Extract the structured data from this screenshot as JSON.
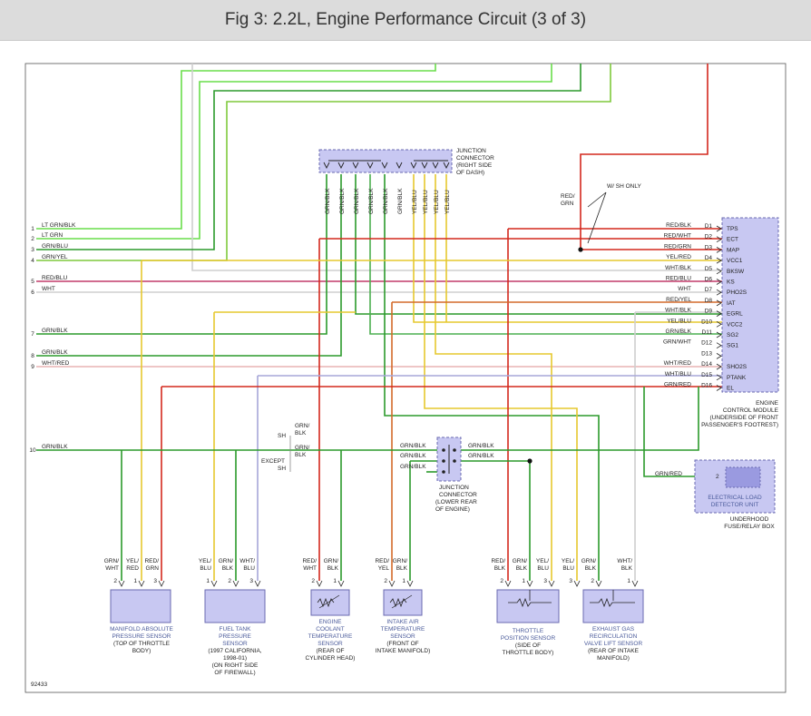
{
  "title": "Fig 3: 2.2L, Engine Performance Circuit (3 of 3)",
  "figure_id": "92433",
  "colors": {
    "green": "#3bbf3b",
    "lt_green": "#69dd4a",
    "grn_blk": "#2b9a2b",
    "grn_yel": "#7fc93c",
    "grn_wht": "#4caf50",
    "red": "#d4281d",
    "red_blu": "#c23b6a",
    "yellow": "#e6c82e",
    "white_wire": "#cfcfcf",
    "wht_blu": "#a7a7d9",
    "component_fill": "#c8c8f2",
    "component_stroke": "#6a6ab0"
  },
  "left_wires": [
    {
      "num": "1",
      "label": "LT GRN/BLK"
    },
    {
      "num": "2",
      "label": "LT GRN"
    },
    {
      "num": "3",
      "label": "GRN/BLU"
    },
    {
      "num": "4",
      "label": "GRN/YEL"
    },
    {
      "num": "5",
      "label": "RED/BLU"
    },
    {
      "num": "6",
      "label": "WHT"
    },
    {
      "num": "7",
      "label": "GRN/BLK"
    },
    {
      "num": "8",
      "label": "GRN/BLK"
    },
    {
      "num": "9",
      "label": "WHT/RED"
    },
    {
      "num": "10",
      "label": "GRN/BLK"
    }
  ],
  "junction_top": {
    "line1": "JUNCTION",
    "line2": "CONNECTOR",
    "line3": "(RIGHT SIDE",
    "line4": "OF DASH)",
    "wire_labels": [
      "GRN/BLK",
      "GRN/BLK",
      "GRN/BLK",
      "GRN/BLK",
      "GRN/BLK",
      "GRN/BLK",
      "YEL/BLU",
      "YEL/BLU",
      "YEL/BLU",
      "YEL/BLU"
    ]
  },
  "junction_lower": {
    "line1": "JUNCTION",
    "line2": "CONNECTOR",
    "line3": "(LOWER REAR",
    "line4": "OF ENGINE)",
    "wires": [
      "GRN/BLK",
      "GRN/BLK",
      "GRN/BLK",
      "GRN/BLK"
    ]
  },
  "shield": {
    "sh": "SH",
    "except": "EXCEPT",
    "sh2": "SH",
    "wire1": "GRN/",
    "wire1b": "BLK",
    "wire2": "GRN/",
    "wire2b": "BLK",
    "wsh": "W/ SH ONLY",
    "red_grn": "RED/",
    "red_grn_b": "GRN"
  },
  "ecm": {
    "line1": "ENGINE",
    "line2": "CONTROL MODULE",
    "line3": "(UNDERSIDE OF FRONT",
    "line4": "PASSENGER'S FOOTREST)",
    "pins": [
      {
        "wire": "RED/BLK",
        "pin": "D1",
        "name": "TPS"
      },
      {
        "wire": "RED/WHT",
        "pin": "D2",
        "name": "ECT"
      },
      {
        "wire": "RED/GRN",
        "pin": "D3",
        "name": "MAP"
      },
      {
        "wire": "YEL/RED",
        "pin": "D4",
        "name": "VCC1"
      },
      {
        "wire": "WHT/BLK",
        "pin": "D5",
        "name": "BKSW"
      },
      {
        "wire": "RED/BLU",
        "pin": "D6",
        "name": "KS"
      },
      {
        "wire": "WHT",
        "pin": "D7",
        "name": "PHO2S"
      },
      {
        "wire": "RED/YEL",
        "pin": "D8",
        "name": "IAT"
      },
      {
        "wire": "WHT/BLK",
        "pin": "D9",
        "name": "EGRL"
      },
      {
        "wire": "YEL/BLU",
        "pin": "D10",
        "name": "VCC2"
      },
      {
        "wire": "GRN/BLK",
        "pin": "D11",
        "name": "SG2"
      },
      {
        "wire": "GRN/WHT",
        "pin": "D12",
        "name": "SG1"
      },
      {
        "wire": "",
        "pin": "D13",
        "name": ""
      },
      {
        "wire": "WHT/RED",
        "pin": "D14",
        "name": "SHO2S"
      },
      {
        "wire": "WHT/BLU",
        "pin": "D15",
        "name": "PTANK"
      },
      {
        "wire": "GRN/RED",
        "pin": "D16",
        "name": "EL"
      }
    ]
  },
  "eld": {
    "pin": "2",
    "wire": "GRN/RED",
    "line1": "ELECTRICAL LOAD",
    "line2": "DETECTOR UNIT",
    "loc1": "UNDERHOOD",
    "loc2": "FUSE/RELAY BOX"
  },
  "sensors": {
    "map": {
      "wires": [
        [
          "GRN/",
          "WHT"
        ],
        [
          "YEL/",
          "RED"
        ],
        [
          "RED/",
          "GRN"
        ]
      ],
      "pins": [
        "2",
        "1",
        "3"
      ],
      "line1": "MANIFOLD ABSOLUTE",
      "line2": "PRESSURE SENSOR",
      "line3": "(TOP OF THROTTLE",
      "line4": "BODY)"
    },
    "ftp": {
      "wires": [
        [
          "YEL/",
          "BLU"
        ],
        [
          "GRN/",
          "BLK"
        ],
        [
          "WHT/",
          "BLU"
        ]
      ],
      "pins": [
        "1",
        "2",
        "3"
      ],
      "line1": "FUEL TANK",
      "line2": "PRESSURE",
      "line3": "SENSOR",
      "line4": "(1997 CALIFORNIA,",
      "line5": "1998-01)",
      "line6": "(ON RIGHT SIDE",
      "line7": "OF FIREWALL)"
    },
    "ect": {
      "wires": [
        [
          "RED/",
          "WHT"
        ],
        [
          "GRN/",
          "BLK"
        ]
      ],
      "pins": [
        "2",
        "1"
      ],
      "line1": "ENGINE",
      "line2": "COOLANT",
      "line3": "TEMPERATURE",
      "line4": "SENSOR",
      "line5": "(REAR OF",
      "line6": "CYLINDER HEAD)"
    },
    "iat": {
      "wires": [
        [
          "RED/",
          "YEL"
        ],
        [
          "GRN/",
          "BLK"
        ]
      ],
      "pins": [
        "2",
        "1"
      ],
      "line1": "INTAKE AIR",
      "line2": "TEMPERATURE",
      "line3": "SENSOR",
      "line4": "(FRONT OF",
      "line5": "INTAKE MANIFOLD)"
    },
    "tps": {
      "wires": [
        [
          "RED/",
          "BLK"
        ],
        [
          "GRN/",
          "BLK"
        ],
        [
          "YEL/",
          "BLU"
        ]
      ],
      "pins": [
        "2",
        "1",
        "3"
      ],
      "line1": "THROTTLE",
      "line2": "POSITION SENSOR",
      "line3": "(SIDE OF",
      "line4": "THROTTLE BODY)"
    },
    "egr": {
      "wires": [
        [
          "YEL/",
          "BLU"
        ],
        [
          "GRN/",
          "BLK"
        ],
        [
          "WHT/",
          "BLK"
        ]
      ],
      "pins": [
        "3",
        "2",
        "1"
      ],
      "line1": "EXHAUST GAS",
      "line2": "RECIRCULATION",
      "line3": "VALVE LIFT SENSOR",
      "line4": "(REAR OF INTAKE",
      "line5": "MANIFOLD)"
    }
  }
}
